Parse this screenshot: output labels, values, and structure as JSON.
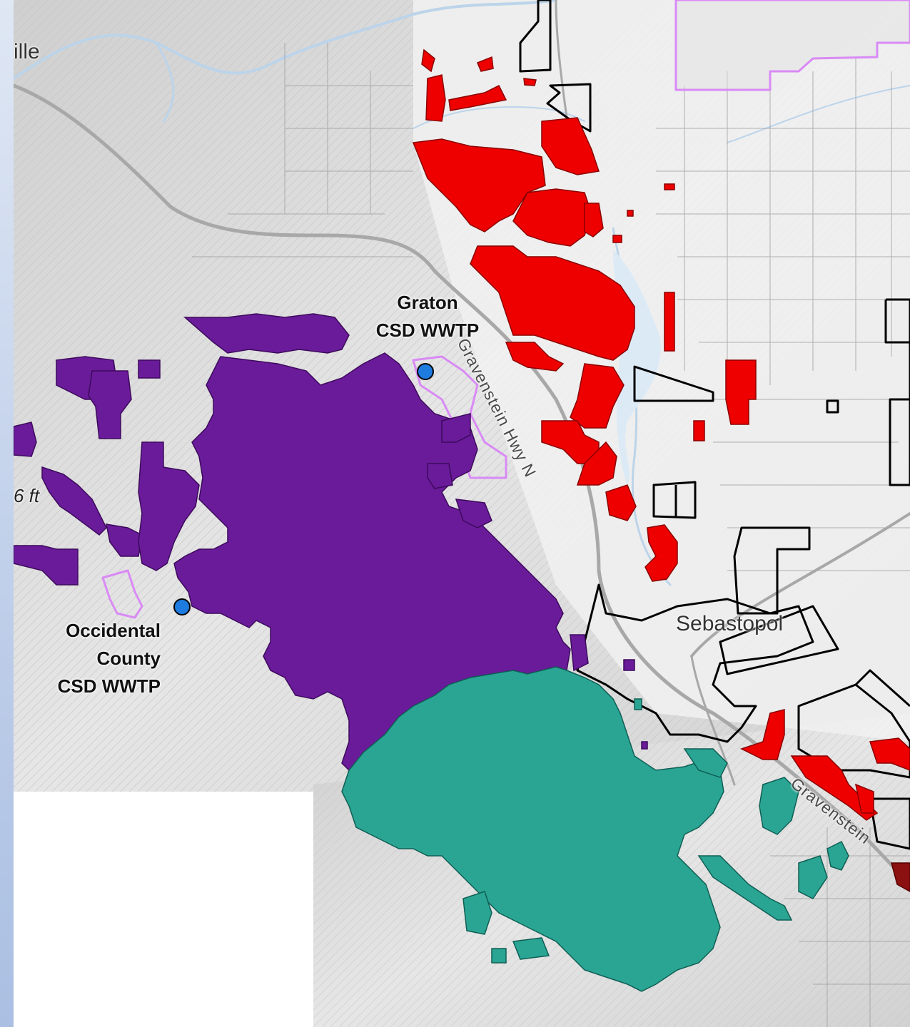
{
  "labels": {
    "graton_line1": "Graton",
    "graton_line2": "CSD WWTP",
    "occidental_line1": "Occidental",
    "occidental_line2": "County",
    "occidental_line3": "CSD WWTP",
    "sebastopol": "Sebastopol",
    "road_north": "Gravenstein Hwy N",
    "road_south": "Gravenstein",
    "town_fragment": "ille",
    "elevation_fragment": "6 ft"
  },
  "colors": {
    "red_zone": "#ee0000",
    "purple_zone": "#6a1b9a",
    "teal_zone": "#2aa594",
    "pink_boundary": "#d98af5",
    "black_boundary": "#000000",
    "wwtp_point": "#1e7be0",
    "river": "#dceaf6",
    "terrain": "#d8d8d8"
  },
  "icons": {
    "wwtp_marker": "circle-point-icon"
  }
}
